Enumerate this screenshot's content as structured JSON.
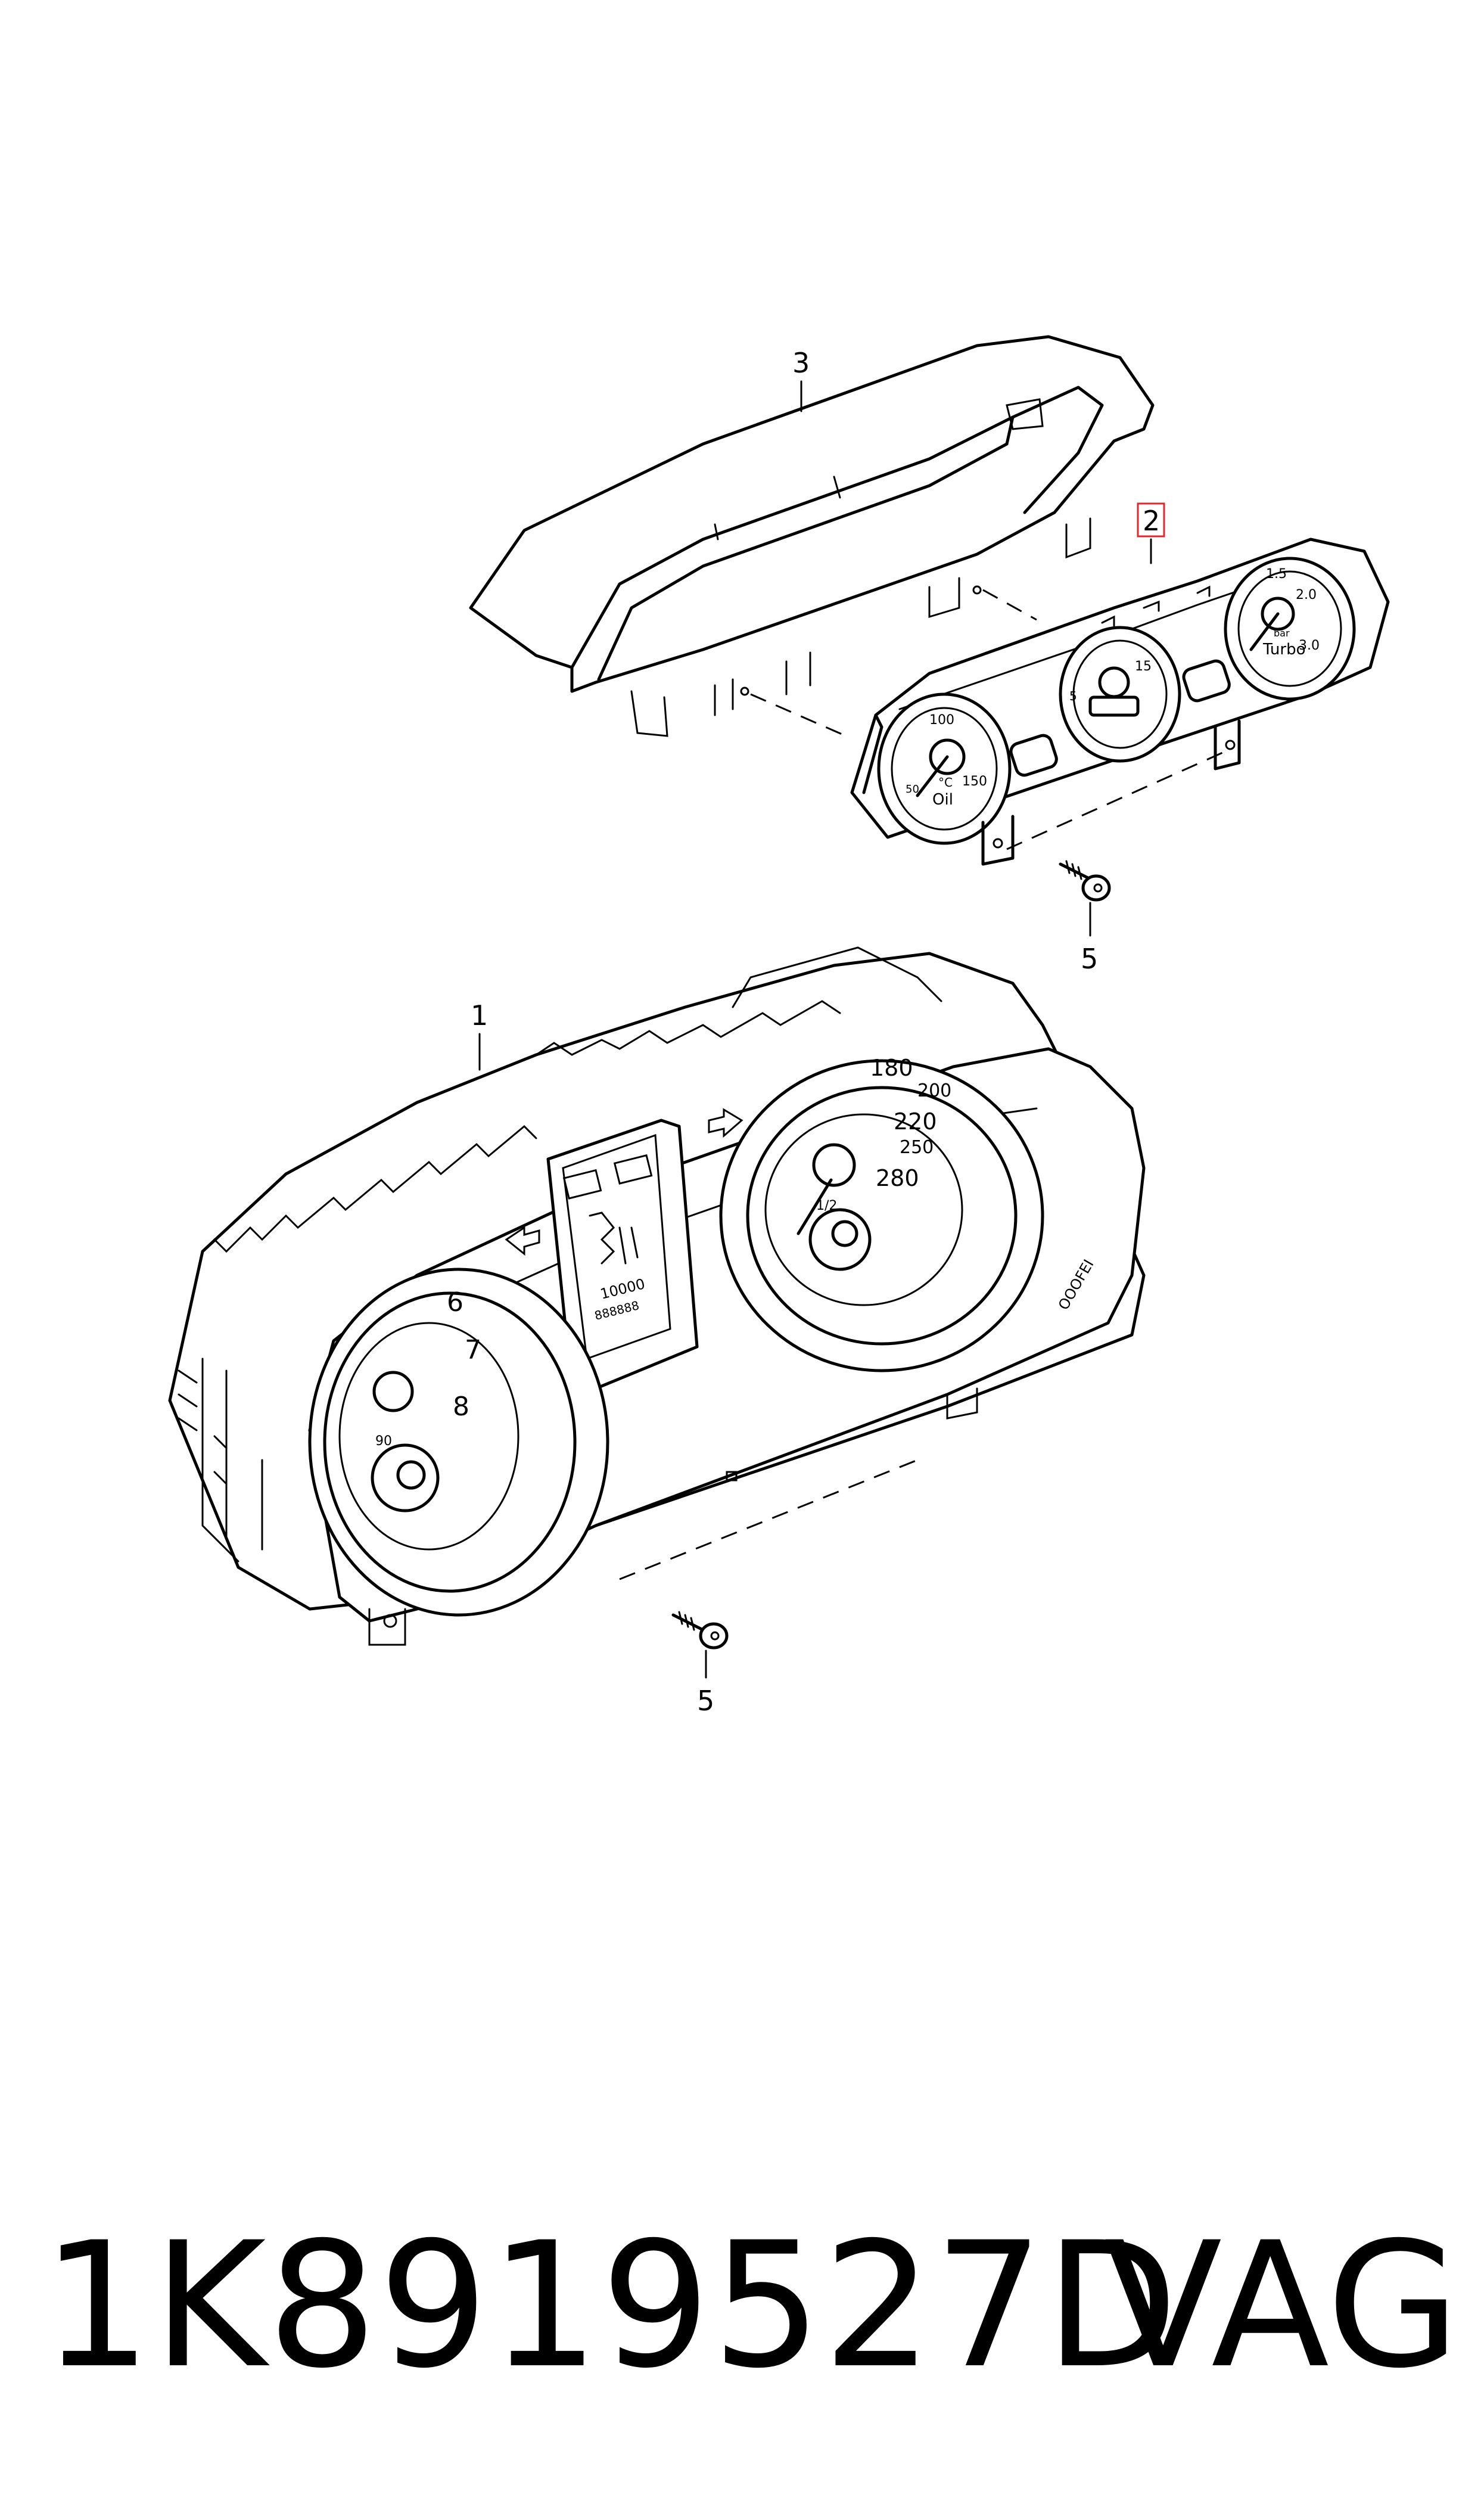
{
  "diagram": {
    "callouts": {
      "c1": "1",
      "c2": "2",
      "c3": "3",
      "c5a": "5",
      "c5b": "5"
    },
    "highlight_color": "#e0262e",
    "gauges": {
      "oil": {
        "l100": "100",
        "l150": "150",
        "l50": "50",
        "unit": "°C",
        "name": "Oil"
      },
      "mid": {
        "l15": "15",
        "l5": "5"
      },
      "turbo": {
        "l15": "1.5",
        "l20": "2.0",
        "l30": "3.0",
        "unit": "bar",
        "name": "Turbo"
      },
      "speedo": [
        "180",
        "200",
        "220",
        "250",
        "280"
      ],
      "tacho": [
        "6",
        "7",
        "8"
      ],
      "fuel": "1/2",
      "temp": "90",
      "odo": "10000",
      "odo2": "888888"
    },
    "stamp": "OOOFEI"
  },
  "footer": {
    "part_number": "1K8919527D",
    "brand": "VAG"
  }
}
